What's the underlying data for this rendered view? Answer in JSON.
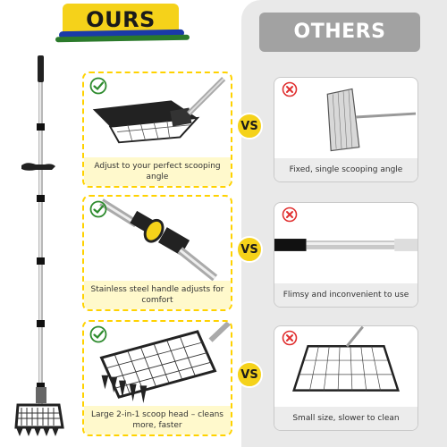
{
  "ours_title": "OURS",
  "others_title": "OTHERS",
  "vs_label": "VS",
  "ours_features": [
    "Adjust to your perfect scooping angle",
    "Stainless steel handle adjusts for comfort",
    "Large 2-in-1 scoop head – cleans more, faster"
  ],
  "others_features": [
    "Fixed, single scooping angle",
    "Flimsy and inconvenient to use",
    "Small size, slower to clean"
  ],
  "colors": {
    "accent": "#f5d21a",
    "check": "#2e8b2e",
    "cross": "#e03030",
    "others_panel": "#e9e9e9"
  },
  "icons": [
    "check-circle-icon",
    "x-circle-icon"
  ]
}
